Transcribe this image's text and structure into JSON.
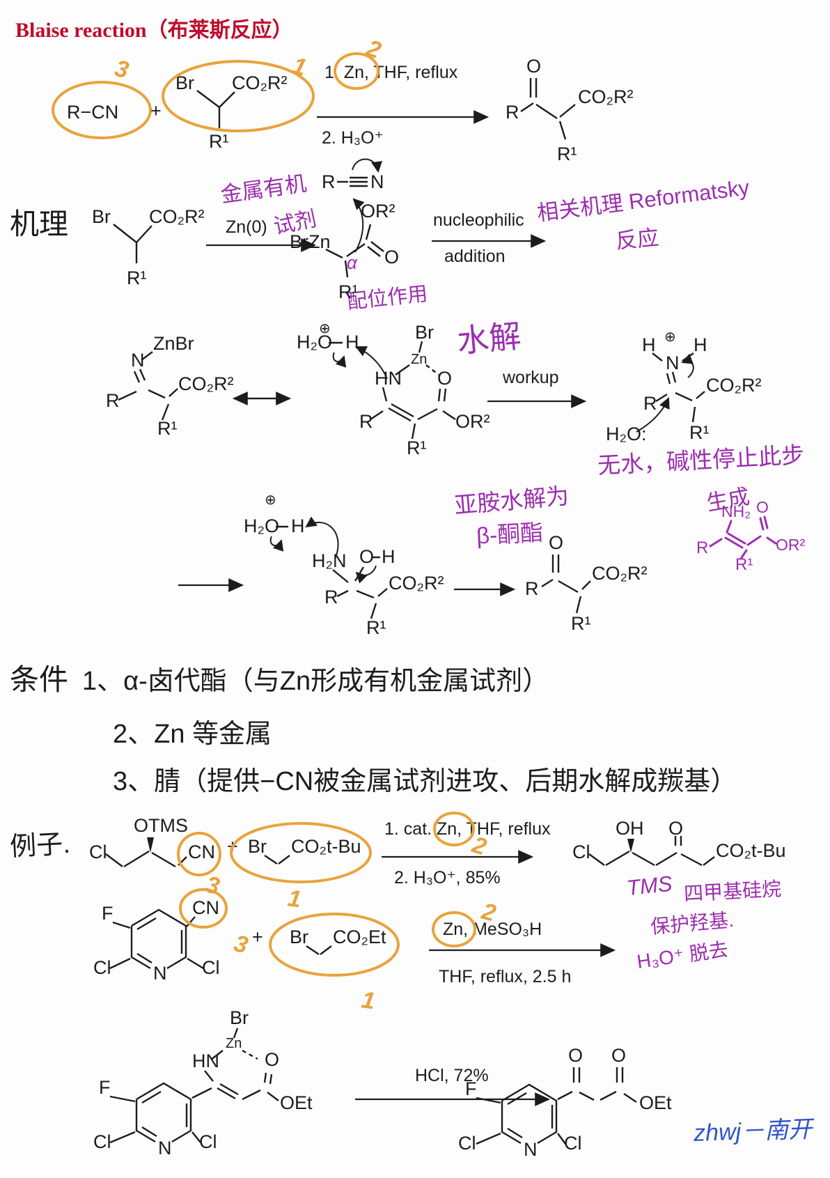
{
  "title": "Blaise reaction（布莱斯反应）",
  "colors": {
    "title_red": "#c00b2b",
    "annotation_purple": "#9b2fae",
    "highlight_orange": "#e8a33d",
    "signature_blue": "#2e55cc",
    "ink": "#1c1c1c"
  },
  "s1": {
    "nitrile": "R−CN",
    "plus": "+",
    "mark3": "3",
    "mark1": "1",
    "mark2": "2",
    "br": "Br",
    "co2r2": "CO₂R²",
    "r1": "R¹",
    "cond_top": "1. Zn, THF, reflux",
    "cond_bottom": "2. H₃O⁺",
    "p_r": "R",
    "p_o": "O",
    "p_co2r2": "CO₂R²",
    "p_r1": "R¹"
  },
  "m": {
    "label": "机理",
    "br": "Br",
    "co2r2": "CO₂R²",
    "r1": "R¹",
    "zn0": "Zn(0)",
    "note_organometal_1": "金属有机",
    "note_organometal_2": "试剂",
    "nit_r": "R",
    "nit_n": "N",
    "brzn": "BrZn",
    "alpha": "α",
    "or2": "OR²",
    "o": "O",
    "r1b": "R¹",
    "note_coord": "配位作用",
    "nuc1": "nucleophilic",
    "nuc2": "addition",
    "note_ref1": "相关机理 Reformatsky",
    "note_ref2": "反应",
    "znbr": "ZnBr",
    "i_n": "N",
    "i_r": "R",
    "i_co2r2": "CO₂R²",
    "i_r1": "R¹",
    "h2o": "H₂O",
    "oplus": "⊕",
    "h": "H",
    "c_br": "Br",
    "c_zn": "Zn",
    "c_hn": "HN",
    "c_o": "O",
    "c_r": "R",
    "c_r1": "R¹",
    "c_or2": "OR²",
    "note_hydro": "水解",
    "workup": "workup",
    "im_h1": "H",
    "im_plus": "⊕",
    "im_h2": "H",
    "im_n": "N",
    "im_r": "R",
    "im_co2r2": "CO₂R²",
    "im_r1": "R¹",
    "im_h2o": "H₂O:",
    "note_anhydrous": "无水，碱性停止此步",
    "note_gen": "生成",
    "en_nh2": "NH₂",
    "en_o": "O",
    "en_r": "R",
    "en_or2": "OR²",
    "en_r1": "R¹",
    "h2o2": "H₂O",
    "oplus2": "⊕",
    "h2": "H",
    "am_h2n": "H₂N",
    "am_o": "O",
    "am_h": "H",
    "am_r": "R",
    "am_co2r2": "CO₂R²",
    "am_r1": "R¹",
    "note_imhy1": "亚胺水解为",
    "note_imhy2": "β-酮酯",
    "f_r": "R",
    "f_o": "O",
    "f_co2r2": "CO₂R²",
    "f_r1": "R¹"
  },
  "c": {
    "label": "条件",
    "item1": "1、α-卤代酯（与Zn形成有机金属试剂）",
    "item2": "2、Zn 等金属",
    "item3": "3、腈（提供−CN被金属试剂进攻、后期水解成羰基）"
  },
  "e1": {
    "label": "例子.",
    "cl": "Cl",
    "otms": "OTMS",
    "cn": "CN",
    "plus": "+",
    "br": "Br",
    "ester": "CO₂t-Bu",
    "mark3": "3",
    "mark1": "1",
    "mark2": "2",
    "cond_top": "1. cat. Zn, THF, reflux",
    "cond_bottom": "2. H₃O⁺, 85%",
    "p_cl": "Cl",
    "p_oh": "OH",
    "p_o": "O",
    "p_ester": "CO₂t-Bu",
    "note_tms1": "TMS",
    "note_tms2": "四甲基硅烷",
    "note_tms3": "保护羟基.",
    "note_tms4": "H₃O⁺ 脱去"
  },
  "e2": {
    "f": "F",
    "cn": "CN",
    "cl1": "Cl",
    "cl2": "Cl",
    "n": "N",
    "plus": "+",
    "br": "Br",
    "ester": "CO₂Et",
    "mark3": "3",
    "mark1": "1",
    "mark2": "2",
    "cond_top": "Zn, MeSO₃H",
    "cond_bottom": "THF, reflux, 2.5 h"
  },
  "e3": {
    "br": "Br",
    "zn": "Zn",
    "hn": "HN",
    "o": "O",
    "f": "F",
    "cl1": "Cl",
    "cl2": "Cl",
    "n": "N",
    "oet": "OEt",
    "cond": "HCl, 72%",
    "p_f": "F",
    "p_o1": "O",
    "p_o2": "O",
    "p_cl1": "Cl",
    "p_cl2": "Cl",
    "p_n": "N",
    "p_oet": "OEt",
    "signature": "zhwj－南开"
  }
}
